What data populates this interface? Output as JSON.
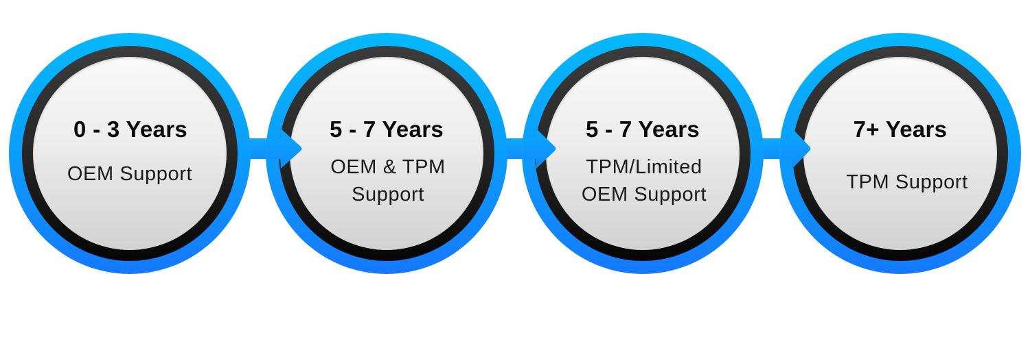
{
  "diagram": {
    "type": "lifecycle-timeline",
    "colors": {
      "outer_ring_top": "#05b8fc",
      "outer_ring_bottom": "#1579fe",
      "inner_ring_top": "#3c3c3c",
      "inner_ring_bottom": "#050505",
      "fill_top": "#fafafa",
      "fill_bottom": "#d2d2d2",
      "connector": "#0d9afc",
      "text": "#0a0a0a"
    },
    "stages": [
      {
        "title": "0 - 3 Years",
        "subtitle_lines": [
          "OEM Support"
        ]
      },
      {
        "title": "5 - 7 Years",
        "subtitle_lines": [
          "OEM & TPM",
          "Support"
        ]
      },
      {
        "title": "5 - 7 Years",
        "subtitle_lines": [
          "TPM/Limited",
          "OEM Support"
        ]
      },
      {
        "title": "7+ Years",
        "subtitle_lines": [
          "TPM Support"
        ]
      }
    ],
    "connectors": [
      {
        "from": 0,
        "to": 1,
        "icon": "arrow-right-icon"
      },
      {
        "from": 1,
        "to": 2,
        "icon": "arrow-right-icon"
      },
      {
        "from": 2,
        "to": 3,
        "icon": "arrow-right-icon"
      }
    ]
  }
}
